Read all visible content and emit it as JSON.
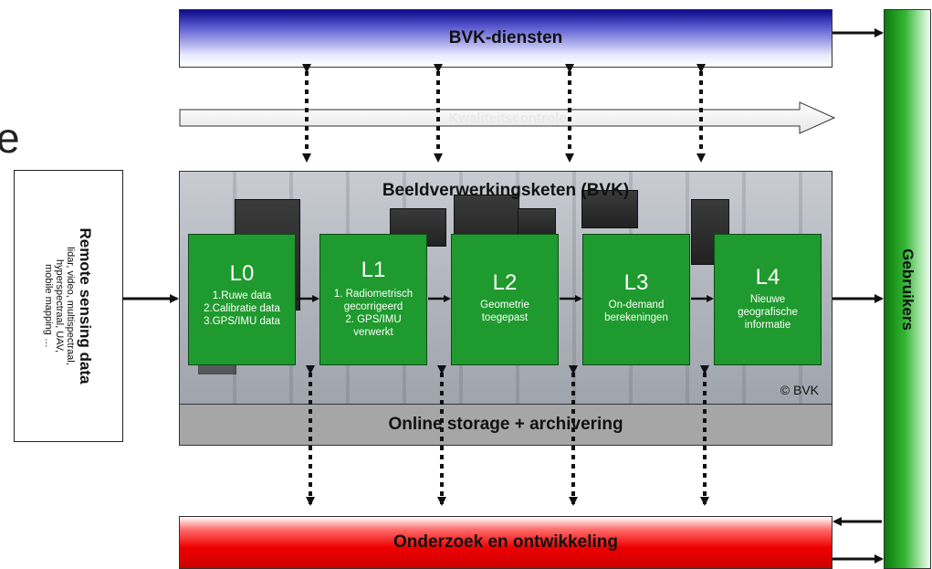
{
  "top_bar": {
    "label": "BVK-diensten"
  },
  "quality_arrow": {
    "label": "Kwaliteitscontrole"
  },
  "chain": {
    "title": "Beeldverwerkingsketen (BVK)",
    "copyright": "© BVK"
  },
  "storage": {
    "label": "Online storage + archivering"
  },
  "bottom_bar": {
    "label": "Onderzoek en ontwikkeling"
  },
  "users": {
    "label": "Gebruikers"
  },
  "stray_letter": "e",
  "source": {
    "title": "Remote sensing data",
    "lines": [
      "lidar, video, multispectraal,",
      "hyperspectraal, UAV,",
      "mobile mapping …"
    ]
  },
  "levels": [
    {
      "name": "L0",
      "lines": [
        "1.Ruwe data",
        "2.Calibratie data",
        "3.GPS/IMU data"
      ]
    },
    {
      "name": "L1",
      "lines": [
        "1. Radiometrisch",
        "gecorrigeerd",
        "2. GPS/IMU",
        "verwerkt"
      ]
    },
    {
      "name": "L2",
      "lines": [
        "Geometrie",
        "toegepast"
      ]
    },
    {
      "name": "L3",
      "lines": [
        "On-demand",
        "berekeningen"
      ]
    },
    {
      "name": "L4",
      "lines": [
        "Nieuwe",
        "geografische",
        "informatie"
      ]
    }
  ],
  "colors": {
    "level_green": "#1f9a2e",
    "top_blue": "#0b0b8a",
    "bottom_red": "#ee0000",
    "users_green": "#33b533",
    "storage_gray": "#a6a6a6"
  }
}
